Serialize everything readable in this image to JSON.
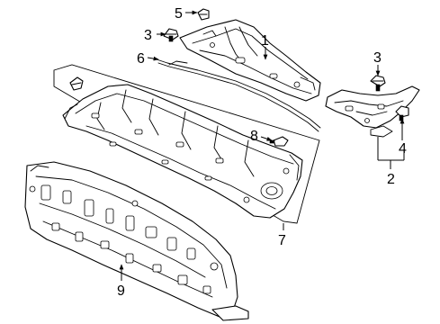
{
  "diagram": {
    "callouts": {
      "c1": "1",
      "c2": "2",
      "c3a": "3",
      "c3b": "3",
      "c4": "4",
      "c5": "5",
      "c6": "6",
      "c7": "7",
      "c8": "8",
      "c9": "9"
    }
  }
}
